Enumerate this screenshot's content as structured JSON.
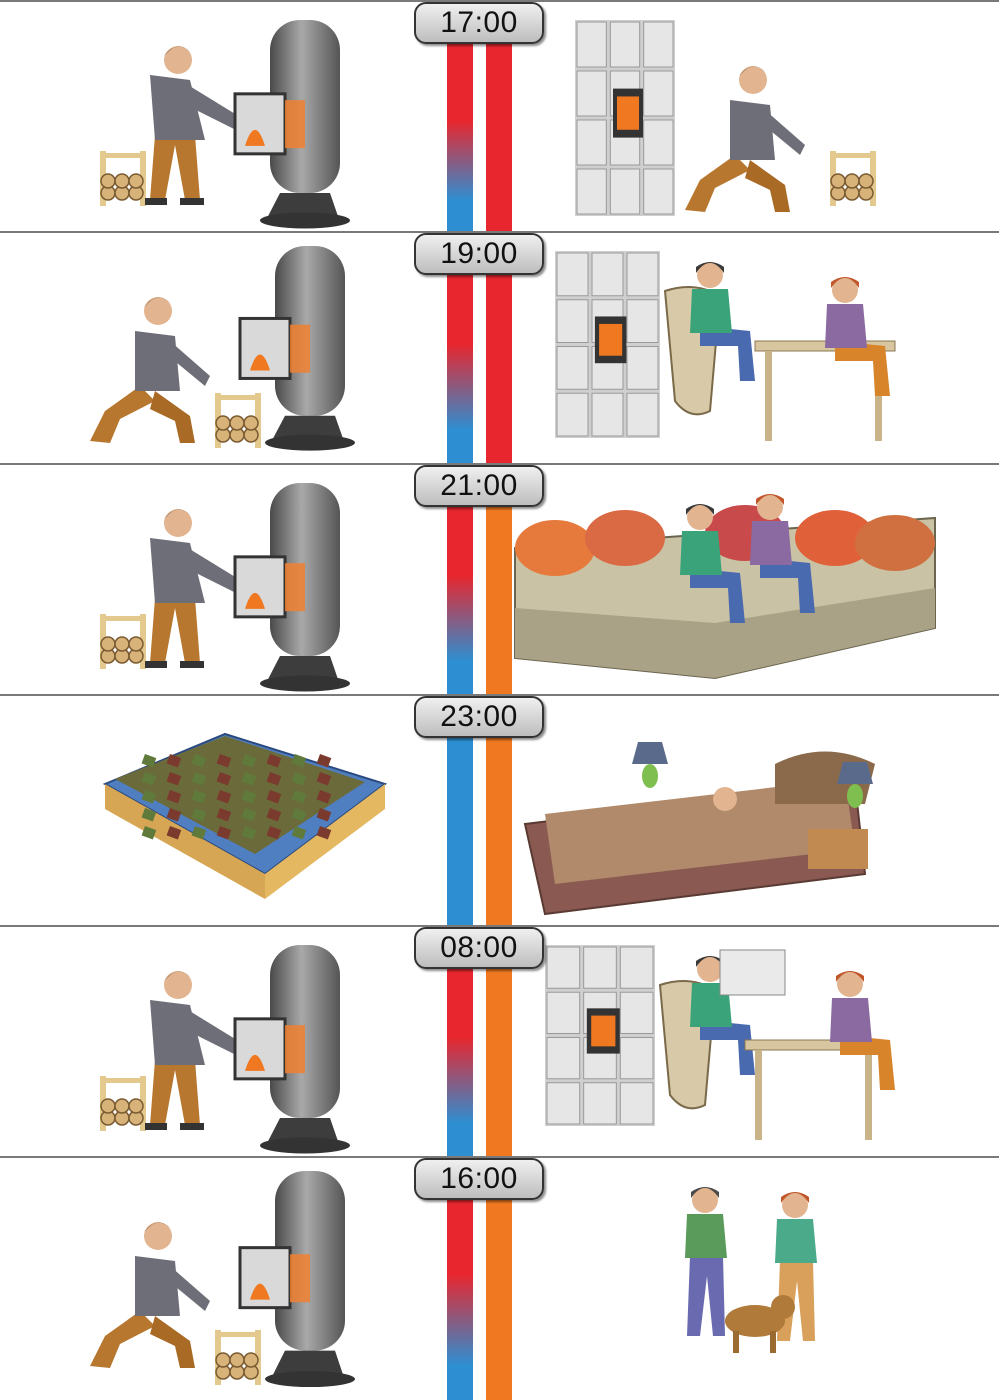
{
  "panels": [
    {
      "time": "17:00",
      "left_scene": "stove-loading-standing",
      "right_scene": "tile-stove-loading-kneeling",
      "left_bar": "fade-red-blue",
      "right_bar": "red"
    },
    {
      "time": "19:00",
      "left_scene": "stove-loading-kneeling",
      "right_scene": "couple-at-table",
      "left_bar": "fade-red-blue",
      "right_bar": "red"
    },
    {
      "time": "21:00",
      "left_scene": "stove-loading-standing",
      "right_scene": "couple-on-sofa",
      "left_bar": "fade-red-blue",
      "right_bar": "orange"
    },
    {
      "time": "23:00",
      "left_scene": "cold-bed",
      "right_scene": "warm-bedroom",
      "left_bar": "blue",
      "right_bar": "orange"
    },
    {
      "time": "08:00",
      "left_scene": "stove-loading-standing",
      "right_scene": "couple-at-breakfast",
      "left_bar": "fade-red-blue",
      "right_bar": "orange"
    },
    {
      "time": "16:00",
      "left_scene": "stove-loading-kneeling",
      "right_scene": "couple-walking-dog",
      "left_bar": "fade-red-blue",
      "right_bar": "orange"
    }
  ],
  "colors": {
    "hot": "#e8262e",
    "cold": "#2d8fd2",
    "warm": "#f07820",
    "divider": "#7a7a7a"
  }
}
